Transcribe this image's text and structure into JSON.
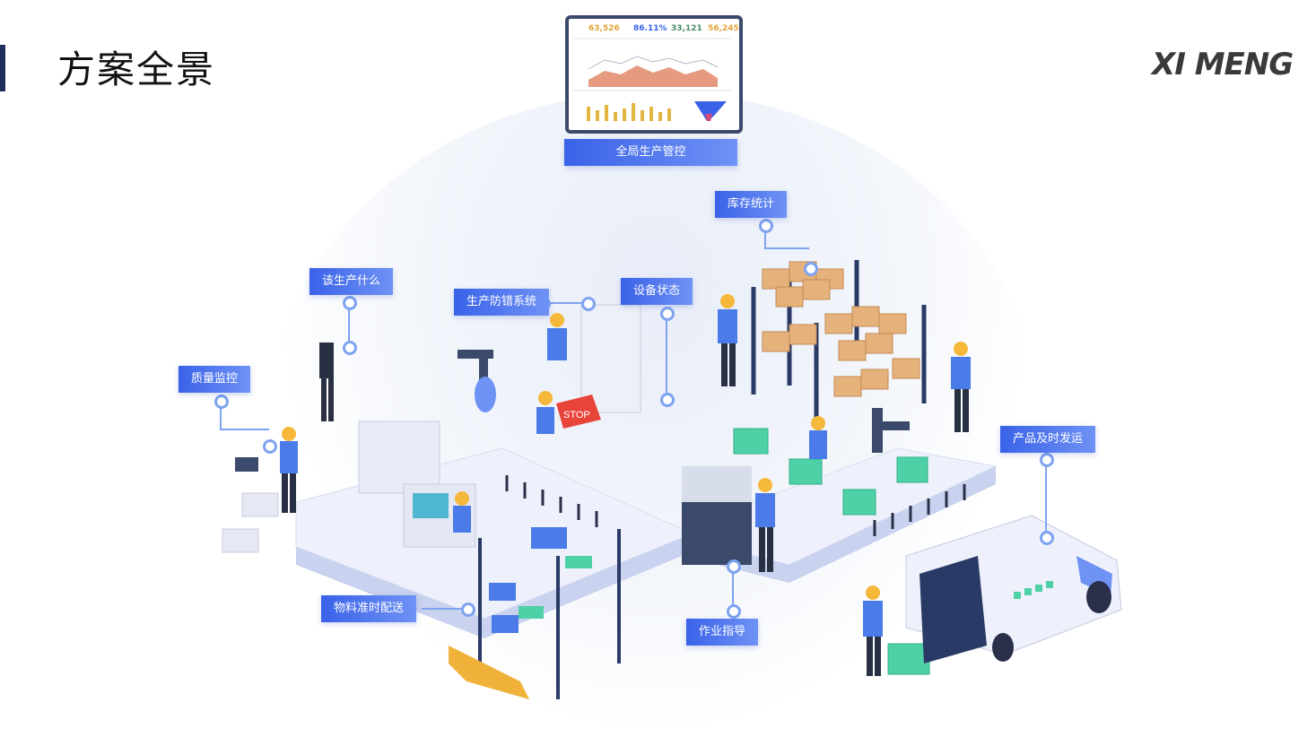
{
  "header": {
    "title": "方案全景",
    "logo_text": "XI MENG"
  },
  "dashboard": {
    "kpis": [
      "63,526",
      "86.11%",
      "33,121",
      "56,245"
    ],
    "kpi_colors": [
      "#e2a33a",
      "#3a62e8",
      "#4a8c6a",
      "#e2a33a"
    ]
  },
  "labels": {
    "global_control": "全局生产管控",
    "inventory_stats": "库存统计",
    "what_to_produce": "该生产什么",
    "error_proofing": "生产防错系统",
    "equipment_status": "设备状态",
    "quality_monitoring": "质量监控",
    "on_time_delivery": "产品及时发运",
    "material_delivery": "物料准时配送",
    "work_guidance": "作业指导"
  },
  "scene": {
    "stop_sign": "STOP"
  },
  "colors": {
    "accent": "#3a62e8",
    "label_light": "#6f92f5",
    "navy": "#1f2f5c"
  }
}
